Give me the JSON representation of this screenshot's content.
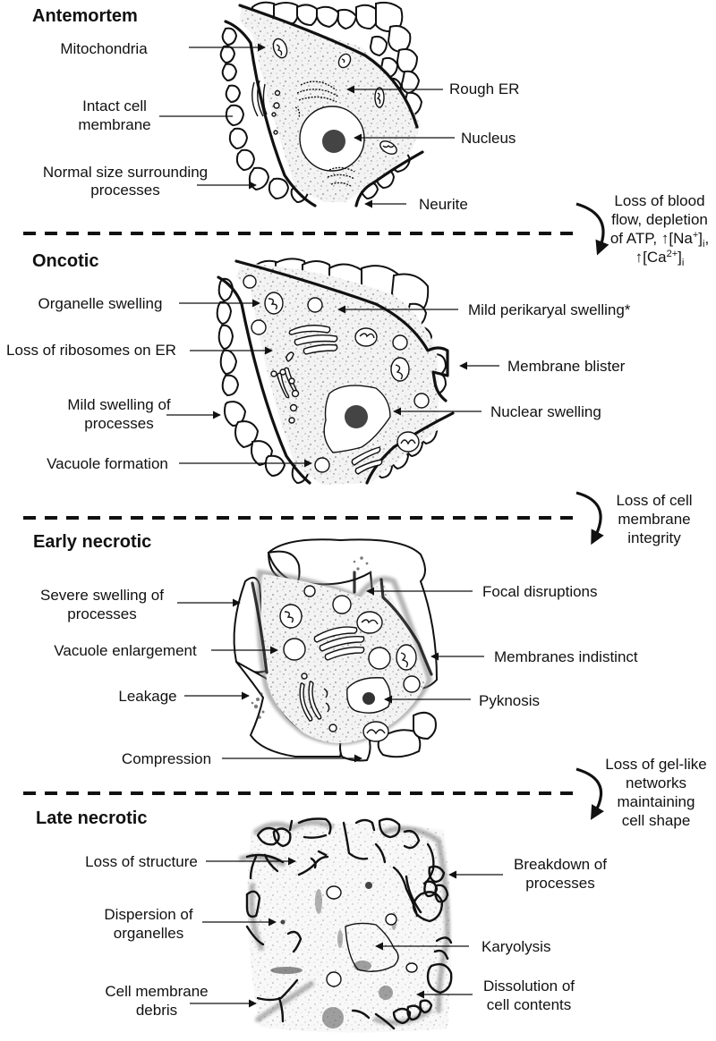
{
  "stages": [
    {
      "title": "Antemortem",
      "labels_left": [
        {
          "lines": [
            "Mitochondria"
          ]
        },
        {
          "lines": [
            "Intact cell",
            "membrane"
          ]
        },
        {
          "lines": [
            "Normal size surrounding",
            "processes"
          ]
        }
      ],
      "labels_right": [
        {
          "lines": [
            "Rough ER"
          ]
        },
        {
          "lines": [
            "Nucleus"
          ]
        },
        {
          "lines": [
            "Neurite"
          ]
        }
      ]
    },
    {
      "title": "Oncotic",
      "labels_left": [
        {
          "lines": [
            "Organelle swelling"
          ]
        },
        {
          "lines": [
            "Loss of ribosomes on ER"
          ]
        },
        {
          "lines": [
            "Mild swelling of",
            "processes"
          ]
        },
        {
          "lines": [
            "Vacuole formation"
          ]
        }
      ],
      "labels_right": [
        {
          "lines": [
            "Mild perikaryal swelling*"
          ]
        },
        {
          "lines": [
            "Membrane blister"
          ]
        },
        {
          "lines": [
            "Nuclear swelling"
          ]
        }
      ]
    },
    {
      "title": "Early necrotic",
      "labels_left": [
        {
          "lines": [
            "Severe swelling of",
            "processes"
          ]
        },
        {
          "lines": [
            "Vacuole enlargement"
          ]
        },
        {
          "lines": [
            "Leakage"
          ]
        },
        {
          "lines": [
            "Compression"
          ]
        }
      ],
      "labels_right": [
        {
          "lines": [
            "Focal disruptions"
          ]
        },
        {
          "lines": [
            "Membranes indistinct"
          ]
        },
        {
          "lines": [
            "Pyknosis"
          ]
        }
      ]
    },
    {
      "title": "Late necrotic",
      "labels_left": [
        {
          "lines": [
            "Loss of structure"
          ]
        },
        {
          "lines": [
            "Dispersion of",
            "organelles"
          ]
        },
        {
          "lines": [
            "Cell membrane",
            "debris"
          ]
        }
      ],
      "labels_right": [
        {
          "lines": [
            "Breakdown of",
            "processes"
          ]
        },
        {
          "lines": [
            "Karyolysis"
          ]
        },
        {
          "lines": [
            "Dissolution of",
            "cell contents"
          ]
        }
      ]
    }
  ],
  "transitions": [
    {
      "lines": [
        "Loss of blood",
        "flow, depletion"
      ],
      "line3": {
        "pre": "of ATP, ↑[Na",
        "sup": "+",
        "post": "]",
        "sub": "i",
        "tail": ","
      },
      "line4": {
        "pre": "↑[Ca",
        "sup": "2+",
        "post": "]",
        "sub": "i"
      }
    },
    {
      "lines": [
        "Loss of cell",
        "membrane",
        "integrity"
      ]
    },
    {
      "lines": [
        "Loss of gel-like",
        "networks",
        "maintaining",
        "cell shape"
      ]
    }
  ],
  "icons": {
    "stage_separator": "dashed-line",
    "transition_arrow": "curved-arrow-icon",
    "label_pointer": "arrow-pointer-icon"
  }
}
